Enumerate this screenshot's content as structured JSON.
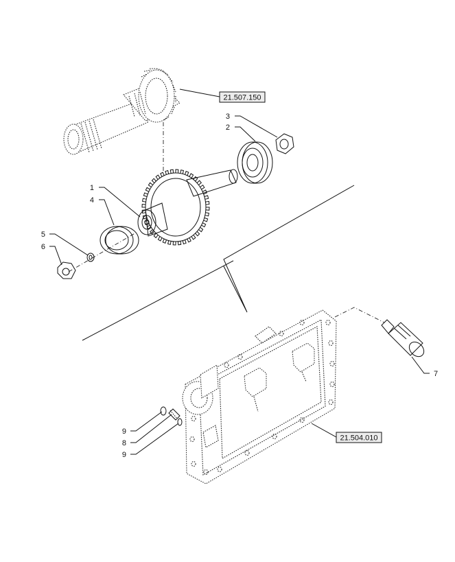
{
  "diagram": {
    "callouts": [
      {
        "id": "c1",
        "label": "1"
      },
      {
        "id": "c2",
        "label": "2"
      },
      {
        "id": "c3",
        "label": "3"
      },
      {
        "id": "c4",
        "label": "4"
      },
      {
        "id": "c5",
        "label": "5"
      },
      {
        "id": "c6",
        "label": "6"
      },
      {
        "id": "c7",
        "label": "7"
      },
      {
        "id": "c8",
        "label": "8"
      },
      {
        "id": "c9a",
        "label": "9"
      },
      {
        "id": "c9b",
        "label": "9"
      }
    ],
    "references": [
      {
        "id": "ref-top",
        "label": "21.507.150"
      },
      {
        "id": "ref-bottom",
        "label": "21.504.010"
      }
    ]
  }
}
